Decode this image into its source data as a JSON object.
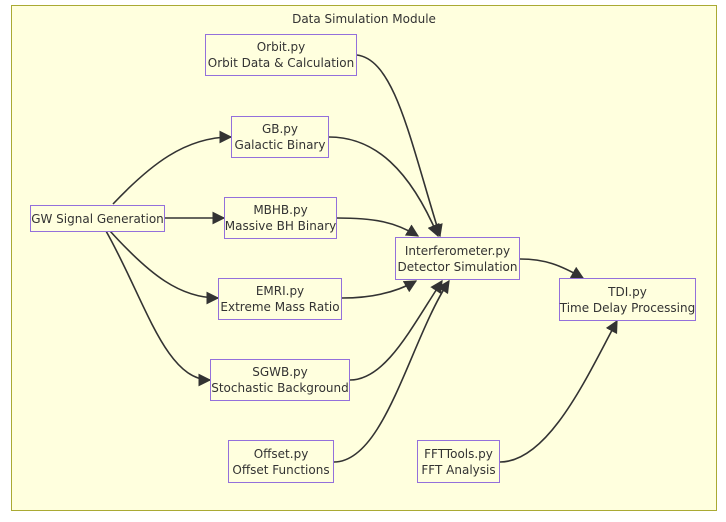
{
  "diagram": {
    "title": "Data Simulation Module",
    "nodes": {
      "orbit": {
        "line1": "Orbit.py",
        "line2": "Orbit Data & Calculation"
      },
      "gb": {
        "line1": "GB.py",
        "line2": "Galactic Binary"
      },
      "gw": {
        "line1": "GW Signal Generation"
      },
      "mbhb": {
        "line1": "MBHB.py",
        "line2": "Massive BH Binary"
      },
      "interferometer": {
        "line1": "Interferometer.py",
        "line2": "Detector Simulation"
      },
      "emri": {
        "line1": "EMRI.py",
        "line2": "Extreme Mass Ratio"
      },
      "tdi": {
        "line1": "TDI.py",
        "line2": "Time Delay Processing"
      },
      "sgwb": {
        "line1": "SGWB.py",
        "line2": "Stochastic Background"
      },
      "offset": {
        "line1": "Offset.py",
        "line2": "Offset Functions"
      },
      "ffttools": {
        "line1": "FFTTools.py",
        "line2": "FFT Analysis"
      }
    },
    "edges": [
      {
        "from": "gw",
        "to": "gb"
      },
      {
        "from": "gw",
        "to": "mbhb"
      },
      {
        "from": "gw",
        "to": "emri"
      },
      {
        "from": "gw",
        "to": "sgwb"
      },
      {
        "from": "orbit",
        "to": "interferometer"
      },
      {
        "from": "gb",
        "to": "interferometer"
      },
      {
        "from": "mbhb",
        "to": "interferometer"
      },
      {
        "from": "emri",
        "to": "interferometer"
      },
      {
        "from": "sgwb",
        "to": "interferometer"
      },
      {
        "from": "offset",
        "to": "interferometer"
      },
      {
        "from": "interferometer",
        "to": "tdi"
      },
      {
        "from": "ffttools",
        "to": "tdi"
      }
    ],
    "colors": {
      "node_fill": "#ffffde",
      "node_border": "#9370db",
      "edge": "#333333",
      "cluster_border": "#aaaa33"
    }
  }
}
